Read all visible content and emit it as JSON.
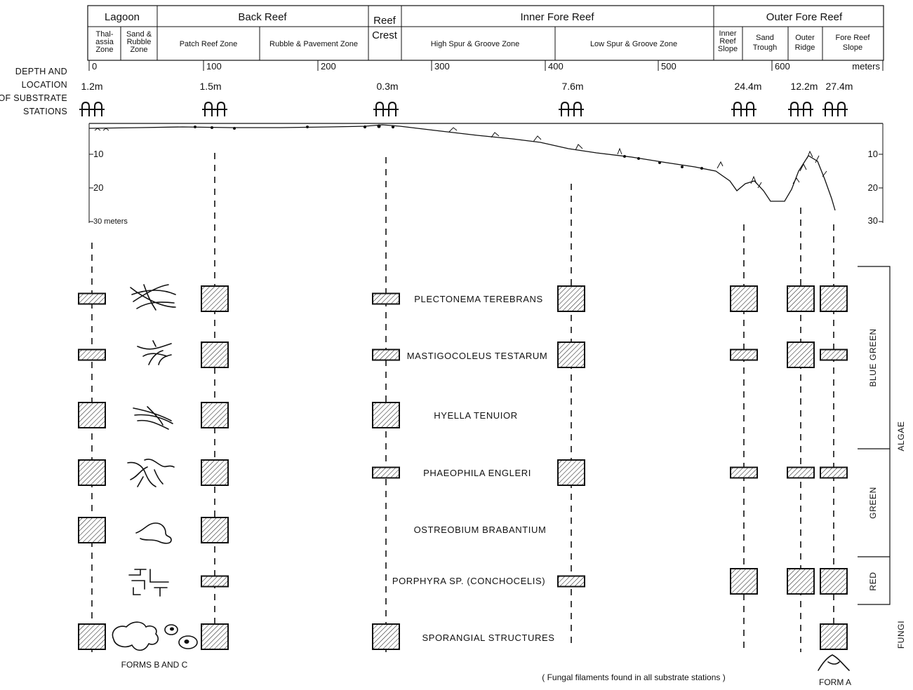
{
  "header": {
    "major_zones": [
      {
        "label": "Lagoon"
      },
      {
        "label": "Back Reef"
      },
      {
        "label": "Reef\nCrest"
      },
      {
        "label": "Inner Fore Reef"
      },
      {
        "label": "Outer Fore Reef"
      }
    ],
    "sub_zones": [
      {
        "label": "Thal-\nassia\nZone"
      },
      {
        "label": "Sand &\nRubble\nZone"
      },
      {
        "label": "Patch Reef Zone"
      },
      {
        "label": "Rubble & Pavement Zone"
      },
      {
        "label": "High Spur & Groove Zone"
      },
      {
        "label": "Low Spur & Groove Zone"
      },
      {
        "label": "Inner\nReef\nSlope"
      },
      {
        "label": "Sand\nTrough"
      },
      {
        "label": "Outer\nRidge"
      },
      {
        "label": "Fore Reef\nSlope"
      }
    ],
    "distance_ticks": [
      "0",
      "100",
      "200",
      "300",
      "400",
      "500",
      "600"
    ],
    "distance_unit": "meters"
  },
  "left_label": "DEPTH AND\nLOCATION\nOF SUBSTRATE\nSTATIONS",
  "stations": [
    {
      "depth": "1.2m",
      "distance": 0
    },
    {
      "depth": "1.5m",
      "distance": 102
    },
    {
      "depth": "0.3m",
      "distance": 255
    },
    {
      "depth": "7.6m",
      "distance": 405
    },
    {
      "depth": "24.4m",
      "distance": 563
    },
    {
      "depth": "12.2m",
      "distance": 612
    },
    {
      "depth": "27.4m",
      "distance": 641
    }
  ],
  "profile_depth_ticks": {
    "left": [
      "10",
      "20",
      "30 meters"
    ],
    "right": [
      "10",
      "20",
      "30"
    ]
  },
  "organisms": [
    {
      "name": "PLECTONEMA TEREBRANS",
      "abundance": [
        "low",
        "high",
        "low",
        "high",
        "high",
        "high",
        "high"
      ]
    },
    {
      "name": "MASTIGOCOLEUS TESTARUM",
      "abundance": [
        "low",
        "high",
        "low",
        "high",
        "low",
        "high",
        "low"
      ]
    },
    {
      "name": "HYELLA TENUIOR",
      "abundance": [
        "high",
        "high",
        "high",
        "none",
        "none",
        "none",
        "none"
      ]
    },
    {
      "name": "PHAEOPHILA ENGLERI",
      "abundance": [
        "high",
        "high",
        "low",
        "high",
        "low",
        "low",
        "low"
      ]
    },
    {
      "name": "OSTREOBIUM BRABANTIUM",
      "abundance": [
        "high",
        "high",
        "none",
        "none",
        "none",
        "none",
        "none"
      ]
    },
    {
      "name": "PORPHYRA SP. (CONCHOCELIS)",
      "abundance": [
        "none",
        "low",
        "none",
        "low",
        "high",
        "high",
        "high"
      ]
    },
    {
      "name": "SPORANGIAL STRUCTURES",
      "abundance": [
        "high",
        "high",
        "high",
        "none",
        "none",
        "none",
        "high"
      ]
    }
  ],
  "categories": {
    "blue_green": "BLUE GREEN",
    "green": "GREEN",
    "red": "RED",
    "algae": "ALGAE",
    "fungi": "FUNGI"
  },
  "notes": {
    "forms_bc": "FORMS B AND C",
    "form_a": "FORM A",
    "fungal": "( Fungal filaments found in all substrate stations )"
  }
}
